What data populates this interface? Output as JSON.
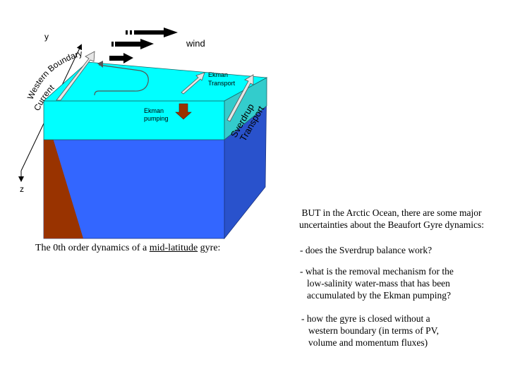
{
  "diagram": {
    "labels": {
      "y_axis": "y",
      "z_axis": "z",
      "wind": "wind",
      "ekman_transport_line1": "Ekman",
      "ekman_transport_line2": "Transport",
      "ekman_pumping_line1": "Ekman",
      "ekman_pumping_line2": "pumping",
      "western_boundary_line1": "Western Boundary",
      "western_boundary_line2": "Current",
      "sverdrup_line1": "Sverdrup",
      "sverdrup_line2": "Transport"
    },
    "colors": {
      "surface_layer": "#00ffff",
      "deep_ocean_front": "#3366ff",
      "deep_ocean_side": "#2952cc",
      "surface_side": "#33cccc",
      "western_wedge": "#993300",
      "ekman_pumping_arrow": "#993300",
      "gyre_arrow": "#e6e6e6"
    }
  },
  "caption": {
    "prefix": "The 0th order dynamics of a ",
    "emphasis": "mid-latitude",
    "suffix": " gyre:"
  },
  "notes": {
    "intro": "BUT in the Arctic Ocean, there are some major uncertainties about the Beaufort Gyre dynamics:",
    "q1": "- does the Sverdrup balance work?",
    "q2_line1": "- what is the removal mechanism for the",
    "q2_line2": "low-salinity water-mass that has been",
    "q2_line3": "accumulated by the Ekman pumping?",
    "q3_line1": "- how the gyre is closed without a",
    "q3_line2": "western boundary (in terms of PV,",
    "q3_line3": "volume and  momentum fluxes)"
  }
}
